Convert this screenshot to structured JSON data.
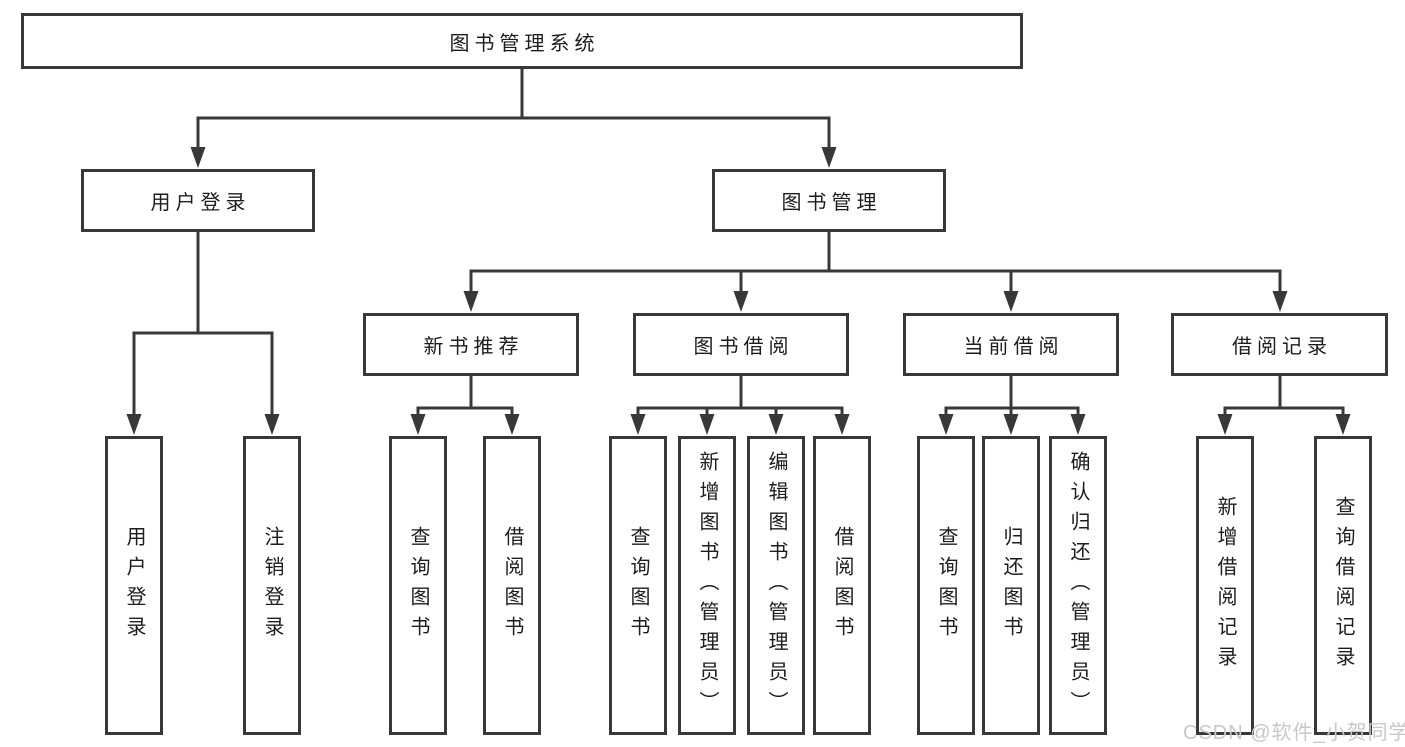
{
  "diagram": {
    "root": {
      "label": "图书管理系统"
    },
    "branches": [
      {
        "label": "用户登录",
        "children": [
          {
            "label": "用户登录"
          },
          {
            "label": "注销登录"
          }
        ]
      },
      {
        "label": "图书管理",
        "children": [
          {
            "label": "新书推荐",
            "children": [
              {
                "label": "查询图书"
              },
              {
                "label": "借阅图书"
              }
            ]
          },
          {
            "label": "图书借阅",
            "children": [
              {
                "label": "查询图书"
              },
              {
                "label": "新增图书（管理员）"
              },
              {
                "label": "编辑图书（管理员）"
              },
              {
                "label": "借阅图书"
              }
            ]
          },
          {
            "label": "当前借阅",
            "children": [
              {
                "label": "查询图书"
              },
              {
                "label": "归还图书"
              },
              {
                "label": "确认归还（管理员）"
              }
            ]
          },
          {
            "label": "借阅记录",
            "children": [
              {
                "label": "新增借阅记录"
              },
              {
                "label": "查询借阅记录"
              }
            ]
          }
        ]
      }
    ]
  },
  "watermark": {
    "text": "CSDN @软件_小贺同学"
  },
  "colors": {
    "line": "#383838",
    "box_border": "#383838",
    "text": "#1d1d1d",
    "background": "#ffffff",
    "watermark": "#c7c8cc"
  }
}
